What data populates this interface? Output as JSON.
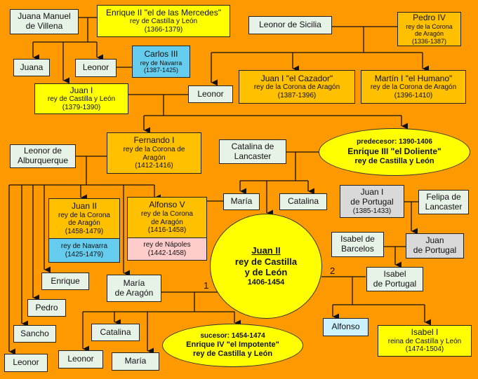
{
  "colors": {
    "background": "#ff9900",
    "king_castilla": "#ffff00",
    "king_aragon": "#ffc000",
    "king_navarra": "#66ccee",
    "king_napoles": "#ffcccc",
    "portugal": "#d9d9d9",
    "person": "#e8f3e8"
  },
  "people": {
    "juana_manuel": {
      "name": "Juana Manuel de Villena"
    },
    "enrique_ii": {
      "name": "Enrique II \"el de las Mercedes\"",
      "title": "rey de Castilla y León",
      "years": "(1366-1379)"
    },
    "leonor_sicilia": {
      "name": "Leonor de Sicilia"
    },
    "pedro_iv": {
      "name": "Pedro IV",
      "title1": "rey de la Corona",
      "title2": "de Aragón",
      "years": "(1336-1387)"
    },
    "juana": {
      "name": "Juana"
    },
    "leonor_1": {
      "name": "Leonor"
    },
    "carlos_iii": {
      "name": "Carlos III",
      "title": "rey de Navarra",
      "years": "(1387-1425)"
    },
    "juan_i_cast": {
      "name": "Juan I",
      "title": "rey de Castilla y León",
      "years": "(1379-1390)"
    },
    "leonor_2": {
      "name": "Leonor"
    },
    "juan_i_cazador": {
      "name": "Juan I \"el Cazador\"",
      "title": "rey de la Corona de Aragón",
      "years": "(1387-1396)"
    },
    "martin_i": {
      "name": "Martín I \"el Humano\"",
      "title": "rey de la Corona de Aragón",
      "years": "(1396-1410)"
    },
    "leonor_alburquerque": {
      "name1": "Leonor de",
      "name2": "Alburquerque"
    },
    "fernando_i": {
      "name": "Fernando I",
      "title1": "rey de la Corona de",
      "title2": "Aragón",
      "years": "(1412-1416)"
    },
    "catalina_lancaster": {
      "name1": "Catalina de",
      "name2": "Lancaster"
    },
    "enrique_iii": {
      "label": "predecesor: 1390-1406",
      "name": "Enrique III \"el Doliente\"",
      "title": "rey de Castilla y León"
    },
    "juan_ii_aragon": {
      "name": "Juan II",
      "title1": "rey de la Corona",
      "title2": "de Aragón",
      "years": "(1458-1479)",
      "title_navarra": "rey de Navarra",
      "years_navarra": "(1425-1479)"
    },
    "alfonso_v": {
      "name": "Alfonso V",
      "title1": "rey de la Corona",
      "title2": "de Aragón",
      "years": "(1416-1458)",
      "title_napoles": "rey de Nápoles",
      "years_napoles": "(1442-1458)"
    },
    "maria_1": {
      "name": "María"
    },
    "catalina_1": {
      "name": "Catalina"
    },
    "juan_i_portugal": {
      "name1": "Juan I",
      "name2": "de Portugal",
      "years": "(1385-1433)"
    },
    "felipa_lancaster": {
      "name1": "Felipa de",
      "name2": "Lancaster"
    },
    "isabel_barcelos": {
      "name1": "Isabel de",
      "name2": "Barcelos"
    },
    "juan_portugal": {
      "name1": "Juan",
      "name2": "de Portugal"
    },
    "juan_ii_castilla": {
      "name": "Juan II",
      "title1": "rey de Castilla",
      "title2": "y de León",
      "years": "1406-1454"
    },
    "enrique": {
      "name": "Enrique"
    },
    "maria_aragon": {
      "name1": "María",
      "name2": "de Aragón"
    },
    "isabel_portugal": {
      "name1": "Isabel",
      "name2": "de Portugal"
    },
    "pedro": {
      "name": "Pedro"
    },
    "sancho": {
      "name": "Sancho"
    },
    "catalina_2": {
      "name": "Catalina"
    },
    "alfonso": {
      "name": "Alfonso"
    },
    "isabel_i": {
      "name": "Isabel I",
      "title": "reina de Castilla y León",
      "years": "(1474-1504)"
    },
    "leonor_3": {
      "name": "Leonor"
    },
    "leonor_4": {
      "name": "Leonor"
    },
    "maria_2": {
      "name": "María"
    },
    "enrique_iv": {
      "label": "sucesor: 1454-1474",
      "name": "Enrique IV \"el Impotente\"",
      "title": "rey de Castilla y León"
    }
  },
  "marriage_labels": {
    "first": "1",
    "second": "2"
  }
}
